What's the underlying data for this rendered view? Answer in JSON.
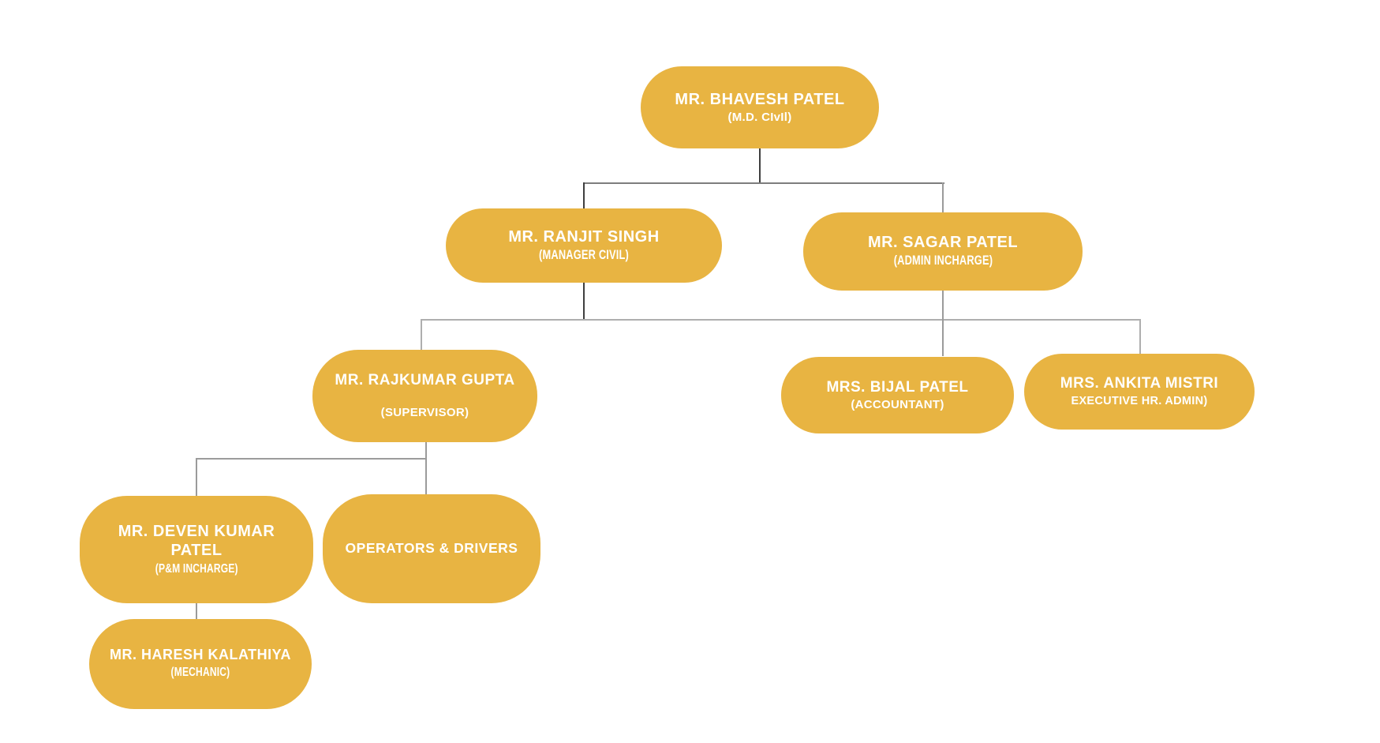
{
  "diagram": {
    "type": "organization-chart",
    "colors": {
      "node_fill": "#E8B442",
      "node_text": "#FFFFFF",
      "connector_dark": "#3F3F3F",
      "connector_gray": "#9B9B9B",
      "connector_light": "#AEAEAE",
      "background": "#FFFFFF"
    },
    "nodes": [
      {
        "id": "bhavesh",
        "name": "MR. BHAVESH PATEL",
        "role": "(M.D. CIvIl)",
        "level": 1,
        "reports_to": null
      },
      {
        "id": "ranjit",
        "name": "MR. RANJIT SINGH",
        "role": "(MANAGER CIVIL)",
        "level": 2,
        "reports_to": "bhavesh"
      },
      {
        "id": "sagar",
        "name": "MR. SAGAR PATEL",
        "role": "(ADMIN INCHARGE)",
        "level": 2,
        "reports_to": "bhavesh"
      },
      {
        "id": "rajkumar",
        "name": "MR. RAJKUMAR GUPTA",
        "role": "(SUPERVISOR)",
        "level": 3,
        "reports_to": "ranjit"
      },
      {
        "id": "bijal",
        "name": "MRS. BIJAL PATEL",
        "role": "(ACCOUNTANT)",
        "level": 3,
        "reports_to": "sagar"
      },
      {
        "id": "ankita",
        "name": "MRS. ANKITA MISTRI",
        "role": "EXECUTIVE HR. ADMIN)",
        "level": 3,
        "reports_to": "sagar"
      },
      {
        "id": "deven",
        "name": "MR. DEVEN KUMAR PATEL",
        "role": "(P&M INCHARGE)",
        "level": 4,
        "reports_to": "rajkumar"
      },
      {
        "id": "operators",
        "name": "OPERATORS & DRIVERS",
        "level": 4,
        "reports_to": "rajkumar"
      },
      {
        "id": "haresh",
        "name": "MR. HARESH KALATHIYA",
        "role": "(MECHANIC)",
        "level": 5,
        "reports_to": "deven"
      }
    ]
  }
}
